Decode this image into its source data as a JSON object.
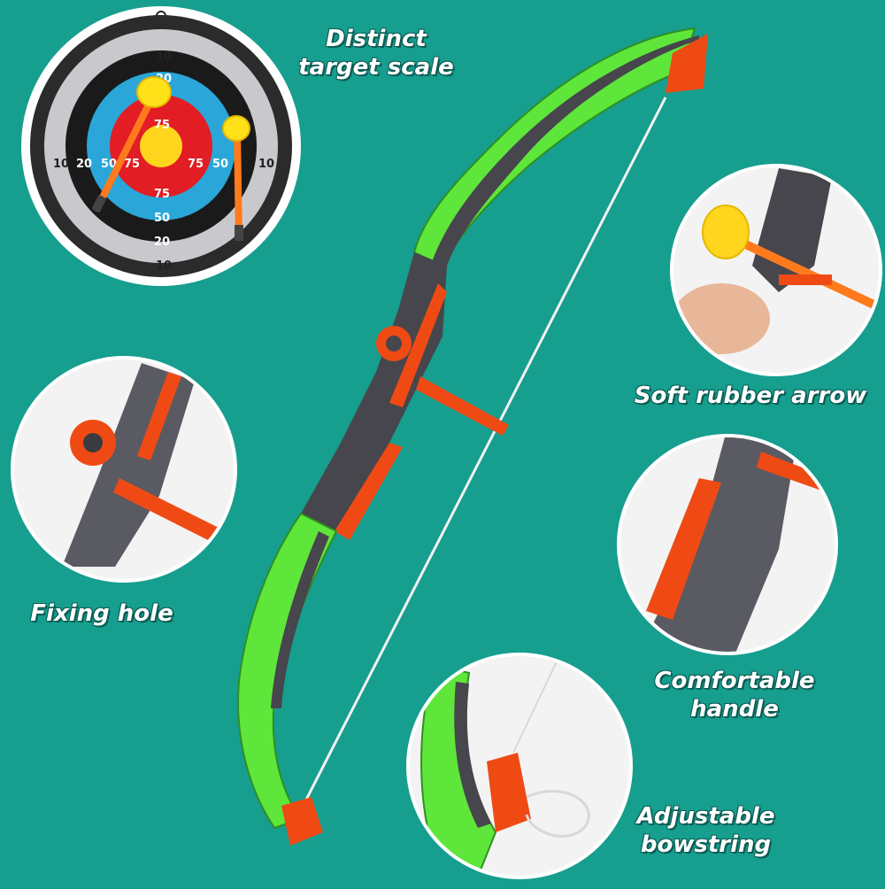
{
  "colors": {
    "background": "#169e8f",
    "bow_green": "#5fe63a",
    "bow_dark": "#4a4a50",
    "accent_orange": "#f04a14",
    "label_text": "#ffffff"
  },
  "labels": {
    "target_line1": "Distinct",
    "target_line2": "target scale",
    "arrow": "Soft rubber arrow",
    "fixing": "Fixing hole",
    "handle_line1": "Comfortable",
    "handle_line2": "handle",
    "bowstring_line1": "Adjustable",
    "bowstring_line2": "bowstring"
  },
  "target_scores": {
    "outer": "10",
    "second": "20",
    "third": "50",
    "inner": "75"
  }
}
